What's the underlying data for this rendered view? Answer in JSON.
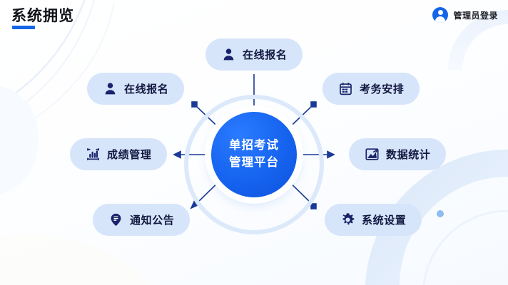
{
  "header": {
    "title": "系统拥览",
    "admin": {
      "label": "管理员登录",
      "icon": "user-avatar-icon"
    }
  },
  "hub": {
    "line1": "单招考试",
    "line2": "管理平台",
    "full_text": "单招考试管理平台",
    "color": "#1563ef"
  },
  "nodes": [
    {
      "id": "online-registration-top",
      "label": "在线报名",
      "icon": "user-icon",
      "position": "top"
    },
    {
      "id": "online-registration-left",
      "label": "在线报名",
      "icon": "user-icon",
      "position": "upper-left"
    },
    {
      "id": "exam-arrangement",
      "label": "考务安排",
      "icon": "calendar-icon",
      "position": "upper-right"
    },
    {
      "id": "score-management",
      "label": "成绩管理",
      "icon": "bar-chart-icon",
      "position": "left"
    },
    {
      "id": "data-statistics",
      "label": "数据统计",
      "icon": "image-chart-icon",
      "position": "right"
    },
    {
      "id": "notice-announcement",
      "label": "通知公告",
      "icon": "map-pin-icon",
      "position": "lower-left"
    },
    {
      "id": "system-settings",
      "label": "系统设置",
      "icon": "gear-icon",
      "position": "lower-right"
    }
  ],
  "colors": {
    "accent": "#1563ef",
    "pill_background": "#d7e5fb",
    "pill_text": "#11173f",
    "ring": "#dce9fb",
    "connector": "#1a3a96",
    "title": "#111318",
    "page_background": "#ffffff"
  }
}
